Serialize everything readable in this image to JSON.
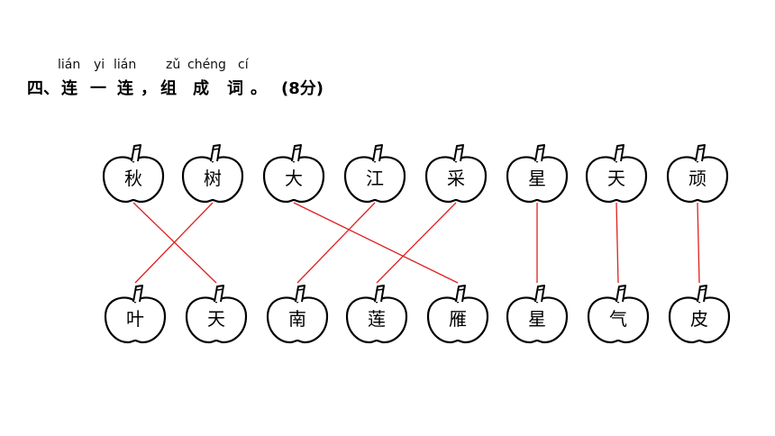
{
  "pinyin": [
    "lián",
    "yi",
    "lián",
    "zǔ",
    "chéng",
    "cí"
  ],
  "heading": {
    "number": "四",
    "separator": "、",
    "chars": [
      "连",
      "一",
      "连",
      "，",
      "组",
      "成",
      "词",
      "。"
    ],
    "score": "(8分)"
  },
  "top_row": [
    "秋",
    "树",
    "大",
    "江",
    "采",
    "星",
    "天",
    "顽"
  ],
  "bottom_row": [
    "叶",
    "天",
    "南",
    "莲",
    "雁",
    "星",
    "气",
    "皮"
  ],
  "line_color": "#e02020",
  "links": [
    {
      "from": 0,
      "to": 1
    },
    {
      "from": 1,
      "to": 0
    },
    {
      "from": 2,
      "to": 4
    },
    {
      "from": 3,
      "to": 2
    },
    {
      "from": 4,
      "to": 3
    },
    {
      "from": 5,
      "to": 5
    },
    {
      "from": 6,
      "to": 6
    },
    {
      "from": 7,
      "to": 7
    }
  ]
}
